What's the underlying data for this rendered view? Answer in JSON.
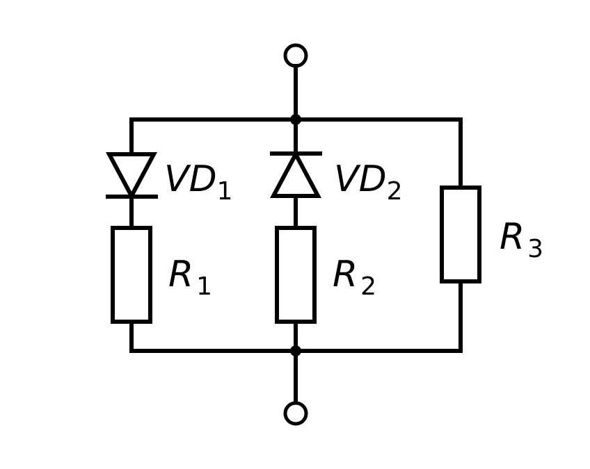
{
  "labels": {
    "vd1": {
      "main": "VD",
      "sub": "1"
    },
    "vd2": {
      "main": "VD",
      "sub": "2"
    },
    "r1": {
      "main": "R",
      "sub": "1"
    },
    "r2": {
      "main": "R",
      "sub": "2"
    },
    "r3": {
      "main": "R",
      "sub": "3"
    }
  }
}
